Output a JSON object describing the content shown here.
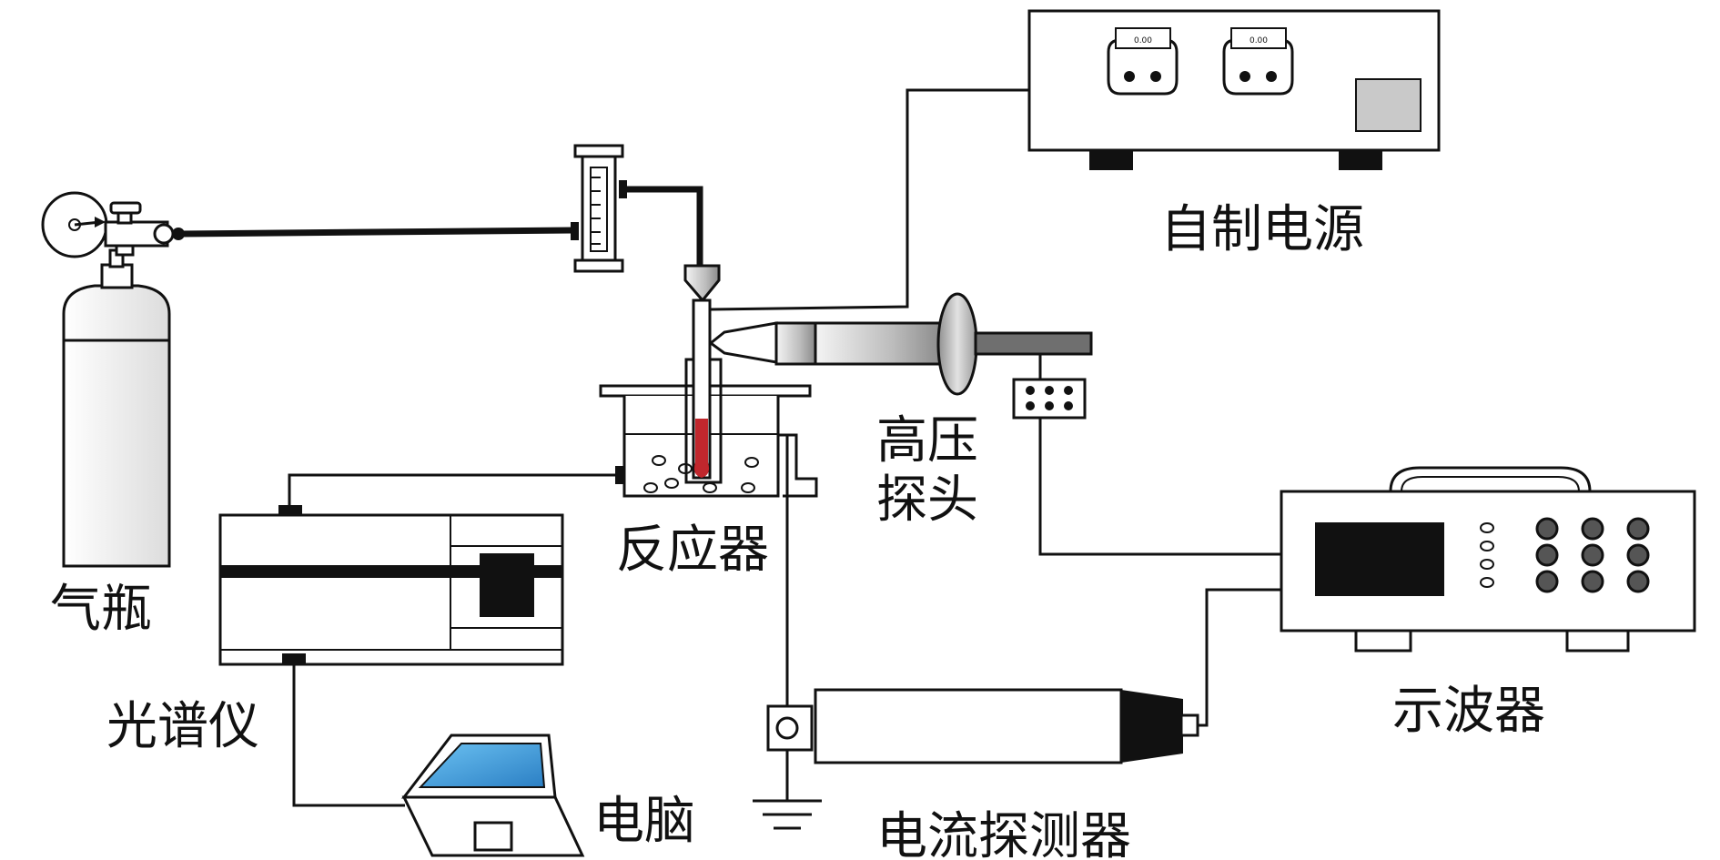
{
  "labels": {
    "gas_cylinder": "气瓶",
    "reactor": "反应器",
    "spectrometer": "光谱仪",
    "computer": "电脑",
    "hv_probe_line1": "高压",
    "hv_probe_line2": "探头",
    "power_supply": "自制电源",
    "oscilloscope": "示波器",
    "current_probe": "电流探测器"
  },
  "power_supply": {
    "meter1_value": "0.00",
    "meter2_value": "0.00"
  },
  "colors": {
    "line": "#111111",
    "plasma_red": "#c0272d",
    "screen_blue": "#3a9ad9"
  },
  "icons": [
    "gas-cylinder-icon",
    "regulator-icon",
    "flowmeter-icon",
    "reactor-icon",
    "high-voltage-probe-icon",
    "power-supply-icon",
    "oscilloscope-icon",
    "current-probe-icon",
    "spectrometer-icon",
    "laptop-icon",
    "ground-icon"
  ]
}
